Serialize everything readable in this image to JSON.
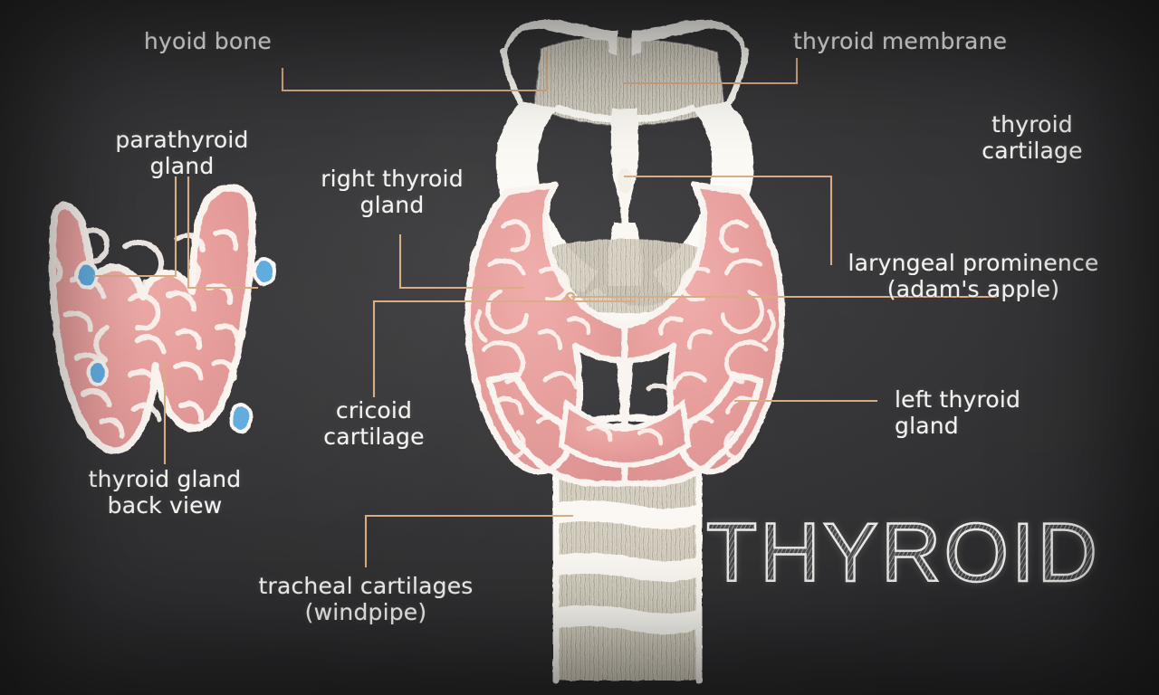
{
  "board": {
    "title": "THYROID",
    "background_color": "#2e2e30",
    "chalk_color": "#f2f2f0",
    "leader_line_color": "#d7a97e",
    "gland_fill_color": "#e79a9a",
    "gland_outline_color": "#f7f1ec",
    "parathyroid_color": "#5aa8dd",
    "cartilage_color": "#d8d2c4"
  },
  "labels": [
    {
      "id": "hyoid-bone",
      "text": "hyoid bone",
      "text2": ""
    },
    {
      "id": "thyroid-membrane",
      "text": "thyroid membrane",
      "text2": ""
    },
    {
      "id": "thyroid-cartilage",
      "text": "thyroid",
      "text2": "cartilage"
    },
    {
      "id": "laryngeal-prominence",
      "text": "laryngeal prominence",
      "text2": "(adam's apple)"
    },
    {
      "id": "parathyroid-gland",
      "text": "parathyroid",
      "text2": "gland"
    },
    {
      "id": "right-thyroid-gland",
      "text": "right thyroid",
      "text2": "gland"
    },
    {
      "id": "left-thyroid-gland",
      "text": "left thyroid",
      "text2": "gland"
    },
    {
      "id": "cricoid-cartilage",
      "text": "cricoid",
      "text2": "cartilage"
    },
    {
      "id": "thyroid-gland-back-view",
      "text": "thyroid gland",
      "text2": "back view"
    },
    {
      "id": "tracheal-cartilages",
      "text": "tracheal cartilages",
      "text2": "(windpipe)"
    }
  ],
  "structures": [
    {
      "id": "hyoid-bone",
      "name": "hyoid bone"
    },
    {
      "id": "thyrohyoid-membrane",
      "name": "thyroid membrane"
    },
    {
      "id": "thyroid-cartilage",
      "name": "thyroid cartilage"
    },
    {
      "id": "laryngeal-prominence",
      "name": "laryngeal prominence"
    },
    {
      "id": "cricoid-cartilage",
      "name": "cricoid cartilage"
    },
    {
      "id": "trachea",
      "name": "tracheal cartilages"
    },
    {
      "id": "right-lobe",
      "name": "right thyroid lobe"
    },
    {
      "id": "left-lobe",
      "name": "left thyroid lobe"
    },
    {
      "id": "back-view-gland",
      "name": "thyroid gland back view"
    },
    {
      "id": "parathyroid-glands",
      "name": "parathyroid glands",
      "count": 4
    }
  ]
}
